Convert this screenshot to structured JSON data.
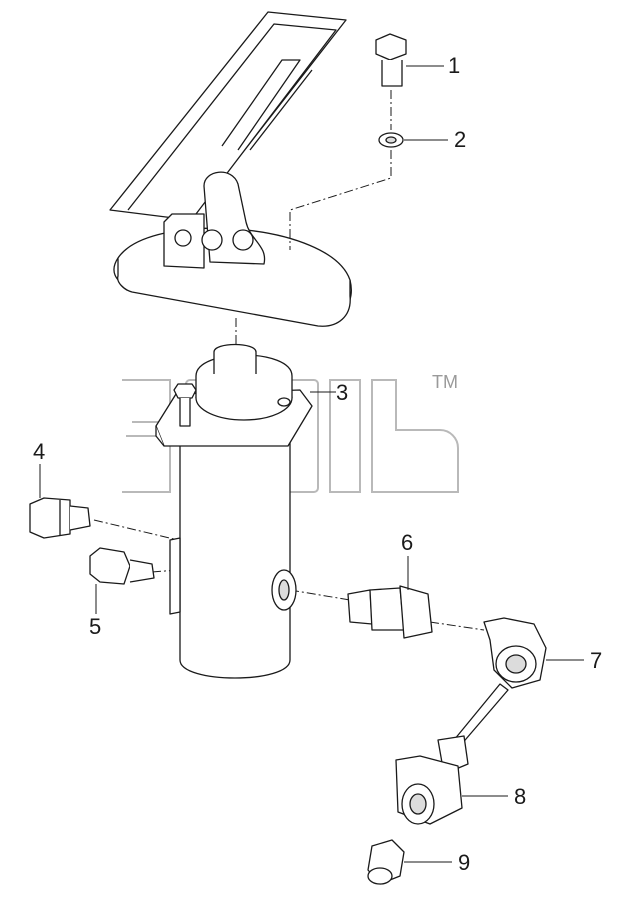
{
  "watermark": {
    "trademark": "TM"
  },
  "callouts": [
    {
      "id": "1",
      "label": "1"
    },
    {
      "id": "2",
      "label": "2"
    },
    {
      "id": "3",
      "label": "3"
    },
    {
      "id": "4",
      "label": "4"
    },
    {
      "id": "5",
      "label": "5"
    },
    {
      "id": "6",
      "label": "6"
    },
    {
      "id": "7",
      "label": "7"
    },
    {
      "id": "8",
      "label": "8"
    },
    {
      "id": "9",
      "label": "9"
    }
  ]
}
